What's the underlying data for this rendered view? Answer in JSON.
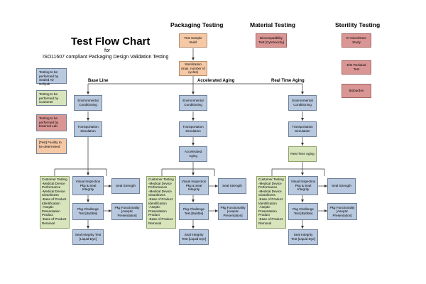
{
  "title": "Test Flow Chart",
  "subtitle_for": "for",
  "subtitle_line": "ISO11607 compliant Packaging Design Validation Testing",
  "headers": {
    "packaging": "Packaging Testing",
    "material": "Material Testing",
    "sterility": "Sterility Testing"
  },
  "legend": {
    "sealed_air": "Testing to be performed by Sealed Air Nelipak",
    "customer": "Testing to be performed by Customer",
    "external_lab": "Testing to be performed by External Lab",
    "tbd": "[Test] Facility to be determined"
  },
  "colors": {
    "sealed_air": "#b8c8de",
    "customer": "#d7e4bc",
    "external_lab": "#d99694",
    "tbd": "#f5c9a6"
  },
  "packaging": {
    "build": "Test Sample Build",
    "sterilization": "Sterilization (max. number of cycles)"
  },
  "material": {
    "bio": "Biocompatibility Test [Cytotoxicity]"
  },
  "sterility": {
    "eo_voice": "E-Voice/Dose Study",
    "eo_residual": "E/O Residual Test",
    "bioburden": "Bioburden"
  },
  "streams": {
    "base": {
      "label": "Base Line",
      "env": "Environmental Conditioning",
      "transport": "Transportation Simulation"
    },
    "accel": {
      "label": "Accelerated Aging",
      "env": "Environmental Conditioning",
      "transport": "Transportation Simulation",
      "aging": "Accelerated Aging"
    },
    "real": {
      "label": "Real Time Aging",
      "env": "Environmental Conditioning",
      "transport": "Transportation Simulation",
      "aging": "Real Time Aging"
    }
  },
  "common": {
    "customer_lines": [
      "Customer Testing",
      "-Medical Device",
      "Performance",
      "-Medical Device",
      "Cleanliness",
      "-Ease of Product",
      "Identification",
      "-Aseptic",
      "Presentation",
      "Product",
      "-Ease of Product",
      "Removal"
    ],
    "visual": "Visual Inspection Pkg & Seal Integrity",
    "seal_strength": "Seal Strength",
    "challenge": "Pkg Challenge Test [Bubble]",
    "functionality": "Pkg Functionality [Aseptic Presentation]",
    "seal_integrity": "Seal Integrity Test [Liquid Dye]"
  }
}
